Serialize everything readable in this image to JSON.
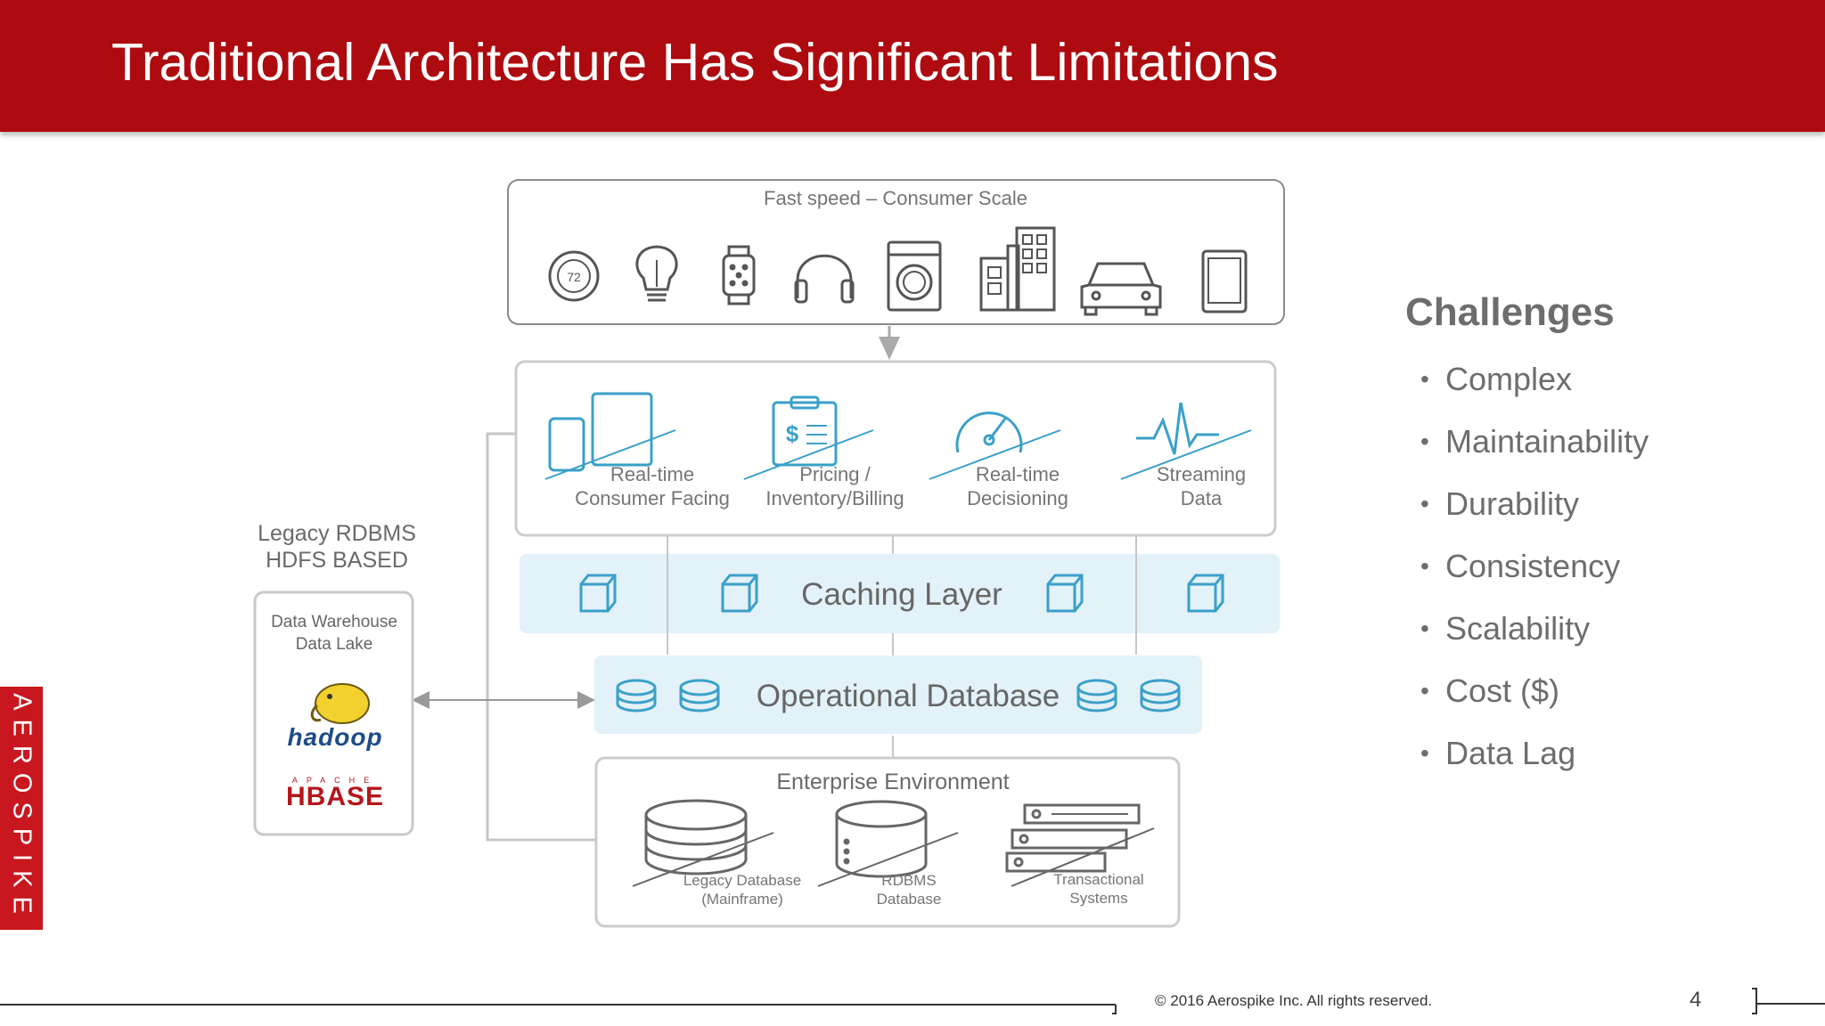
{
  "slide": {
    "title": "Traditional Architecture Has Significant Limitations",
    "page_number": "4",
    "copyright": "© 2016  Aerospike Inc.  All rights reserved.",
    "logo_text": "AEROSPIKE"
  },
  "colors": {
    "header": "#ad0b0f",
    "accent_blue": "#3aa0c9",
    "light_blue_band": "#e3f1f8",
    "gray_text": "#757575"
  },
  "diagram": {
    "devices_box": {
      "title": "Fast speed – Consumer Scale",
      "icons": [
        "thermostat-icon",
        "light-bulb-icon",
        "smartwatch-icon",
        "headphones-icon",
        "washing-machine-icon",
        "buildings-icon",
        "car-icon",
        "tablet-icon"
      ]
    },
    "apps": [
      {
        "line1": "Real-time",
        "line2": "Consumer Facing",
        "icon": "devices-icon"
      },
      {
        "line1": "Pricing /",
        "line2": "Inventory/Billing",
        "icon": "clipboard-dollar-icon"
      },
      {
        "line1": "Real-time",
        "line2": "Decisioning",
        "icon": "gauge-icon"
      },
      {
        "line1": "Streaming",
        "line2": "Data",
        "icon": "heartbeat-icon"
      }
    ],
    "caching_layer": "Caching Layer",
    "operational_database": "Operational Database",
    "legacy": {
      "line1": "Legacy RDBMS",
      "line2": "HDFS BASED",
      "box_line1": "Data Warehouse",
      "box_line2": "Data Lake",
      "hadoop_logo": "hadoop",
      "hbase_small": "APACHE",
      "hbase_logo": "HBASE"
    },
    "enterprise": {
      "title": "Enterprise Environment",
      "items": [
        {
          "line1": "Legacy Database",
          "line2": "(Mainframe)",
          "icon": "database-stack-icon"
        },
        {
          "line1": "RDBMS",
          "line2": "Database",
          "icon": "database-cylinder-icon"
        },
        {
          "line1": "Transactional",
          "line2": "Systems",
          "icon": "server-rack-icon"
        }
      ]
    }
  },
  "challenges": {
    "title": "Challenges",
    "items": [
      "Complex",
      "Maintainability",
      "Durability",
      "Consistency",
      "Scalability",
      "Cost ($)",
      "Data Lag"
    ]
  }
}
